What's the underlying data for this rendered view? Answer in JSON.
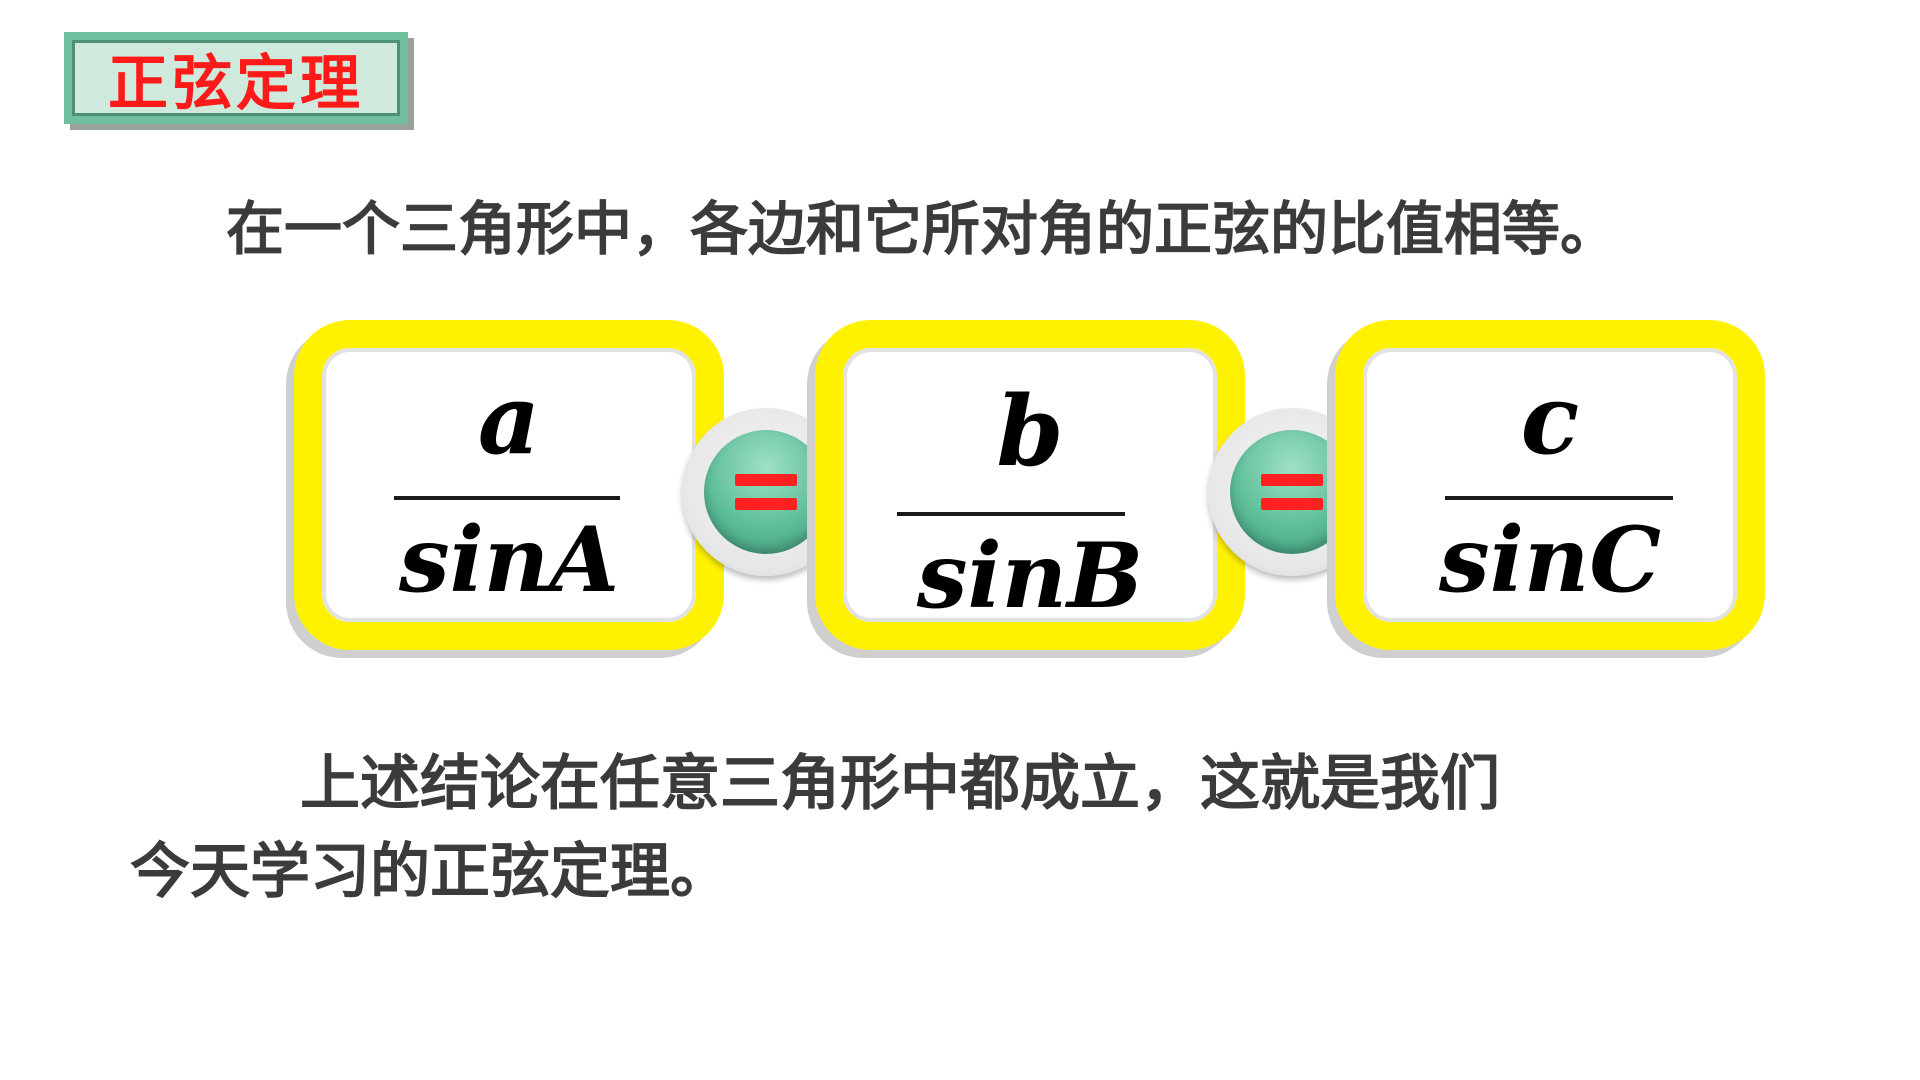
{
  "title": "正弦定理",
  "statement": "在一个三角形中，各边和它所对角的正弦的比值相等。",
  "fractions": [
    {
      "numerator": "a",
      "denominator": "sinA"
    },
    {
      "numerator": "b",
      "denominator": "sinB"
    },
    {
      "numerator": "c",
      "denominator": "sinC"
    }
  ],
  "equals_symbol": "=",
  "conclusion": {
    "line1": "上述结论在任意三角形中都成立，这就是我们",
    "line2": "今天学习的正弦定理。"
  },
  "colors": {
    "frame_yellow": "#fff200",
    "badge_green": "#6fbf9e",
    "title_red": "#ff1a1a",
    "equals_red": "#ff2020",
    "text_gray": "#3b3b3b"
  }
}
